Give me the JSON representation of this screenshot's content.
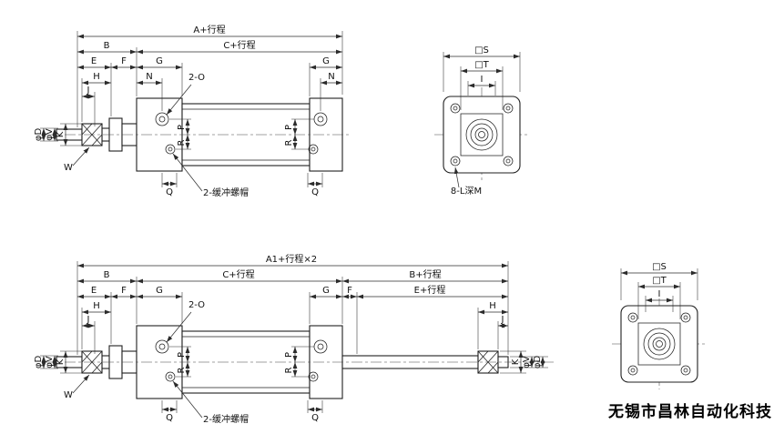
{
  "colors": {
    "line": "#1f1f1f",
    "dimension": "#2b2b2b",
    "watermark": "#000000",
    "background": "#ffffff"
  },
  "watermark": "无锡市昌林自动化科技",
  "top": {
    "dims": {
      "a": "A+行程",
      "b": "B",
      "c": "C+行程",
      "e": "E",
      "f": "F",
      "g": "G",
      "h": "H",
      "n": "N",
      "j": "J",
      "two_o": "2-O",
      "phi_d": "φD",
      "phi_v": "φV",
      "k": "K",
      "w": "W",
      "p": "P",
      "r": "R",
      "q": "Q",
      "cushion_nut": "2-缓冲螺帽"
    },
    "front": {
      "s": "□S",
      "t": "□T",
      "i": "I",
      "holes": "8-L深M"
    }
  },
  "bottom": {
    "dims": {
      "a1": "A1+行程×2",
      "b": "B",
      "c": "C+行程",
      "b_stroke": "B+行程",
      "e": "E",
      "f": "F",
      "g": "G",
      "e_stroke": "E+行程",
      "h": "H",
      "j": "J",
      "two_o": "2-O",
      "phi_d": "φD",
      "phi_v": "φV",
      "k": "K",
      "w": "W",
      "p": "P",
      "r": "R",
      "q": "Q",
      "cushion_nut": "2-缓冲螺帽"
    },
    "front": {
      "s": "□S",
      "t": "□T",
      "i": "I"
    }
  }
}
